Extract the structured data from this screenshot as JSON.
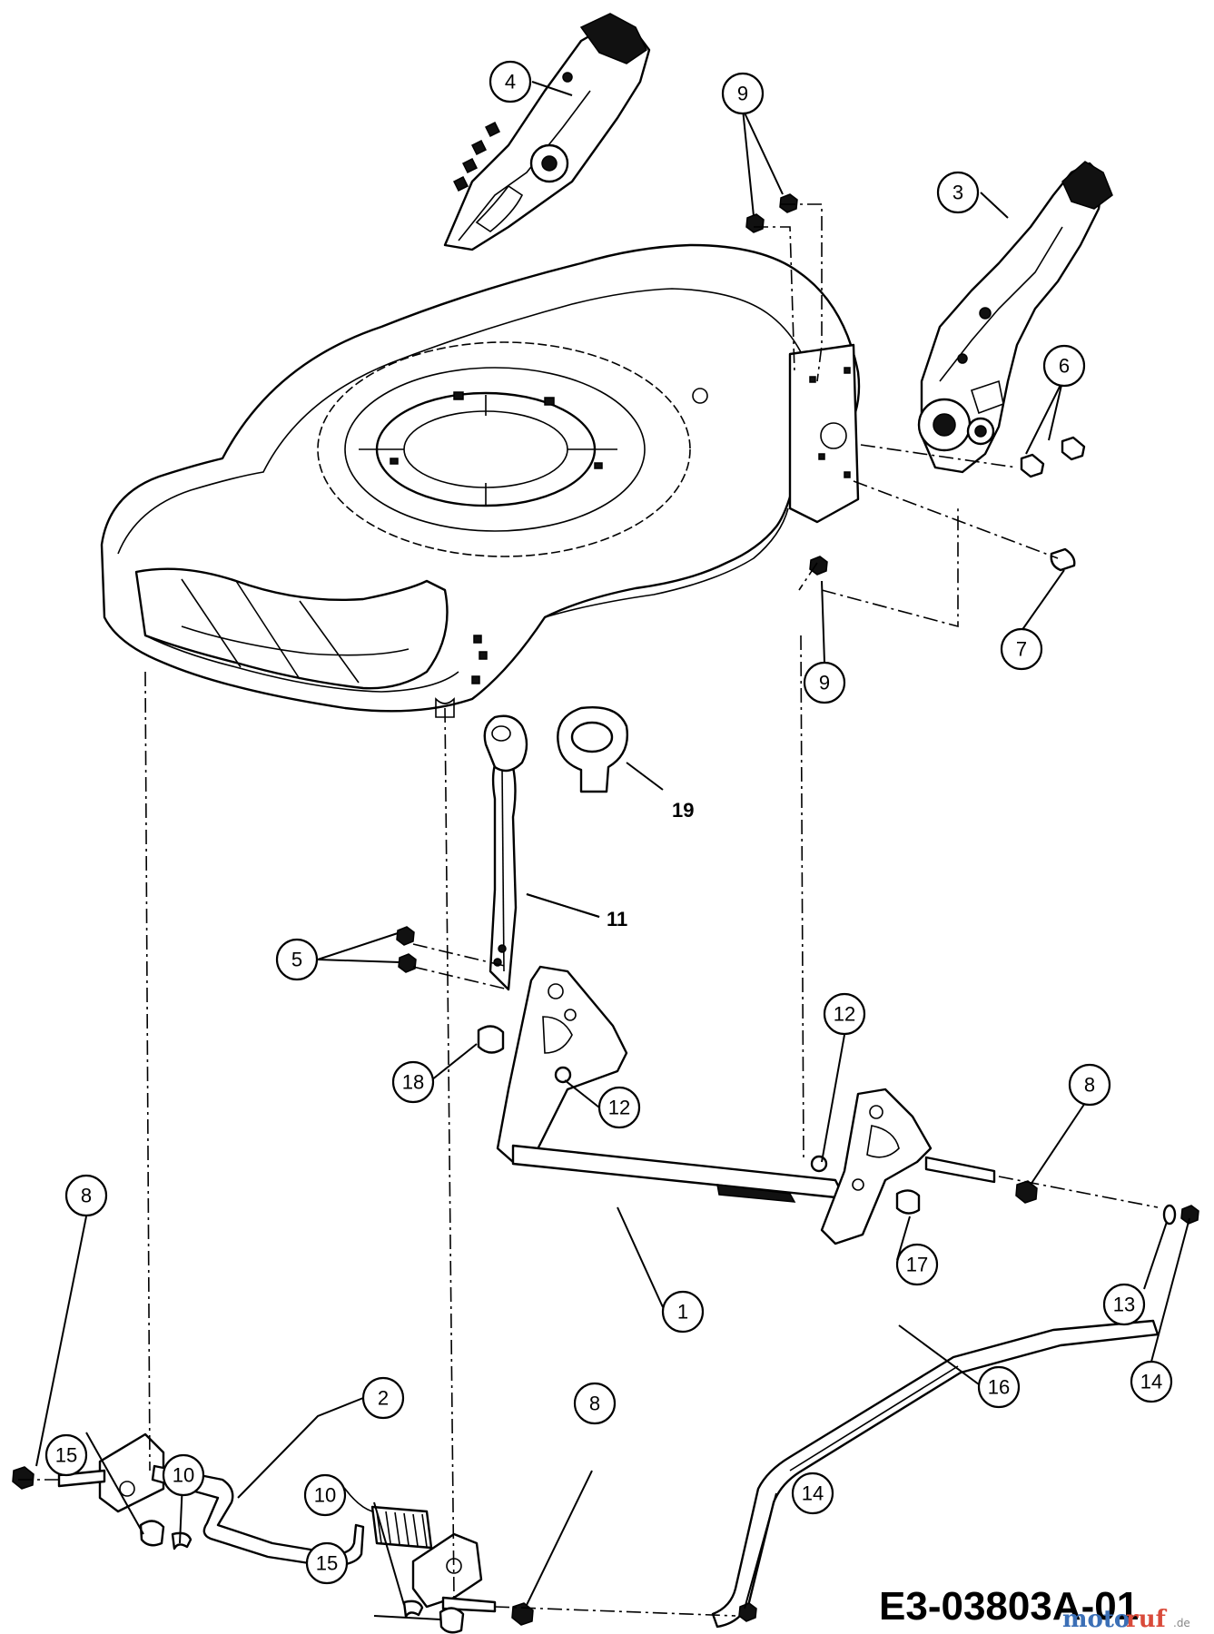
{
  "diagram_code": "E3-03803A-01",
  "watermark": {
    "part1": "moto",
    "part2": "ruf",
    "suffix": ".de"
  },
  "callouts": {
    "c1": "1",
    "c2": "2",
    "c3": "3",
    "c4": "4",
    "c5": "5",
    "c6": "6",
    "c7": "7",
    "c8a": "8",
    "c8b": "8",
    "c8c": "8",
    "c9a": "9",
    "c9b": "9",
    "c10a": "10",
    "c10b": "10",
    "c11": "11",
    "c12a": "12",
    "c12b": "12",
    "c13": "13",
    "c14a": "14",
    "c14b": "14",
    "c15a": "15",
    "c15b": "15",
    "c16": "16",
    "c17": "17",
    "c18": "18",
    "c19": "19"
  }
}
